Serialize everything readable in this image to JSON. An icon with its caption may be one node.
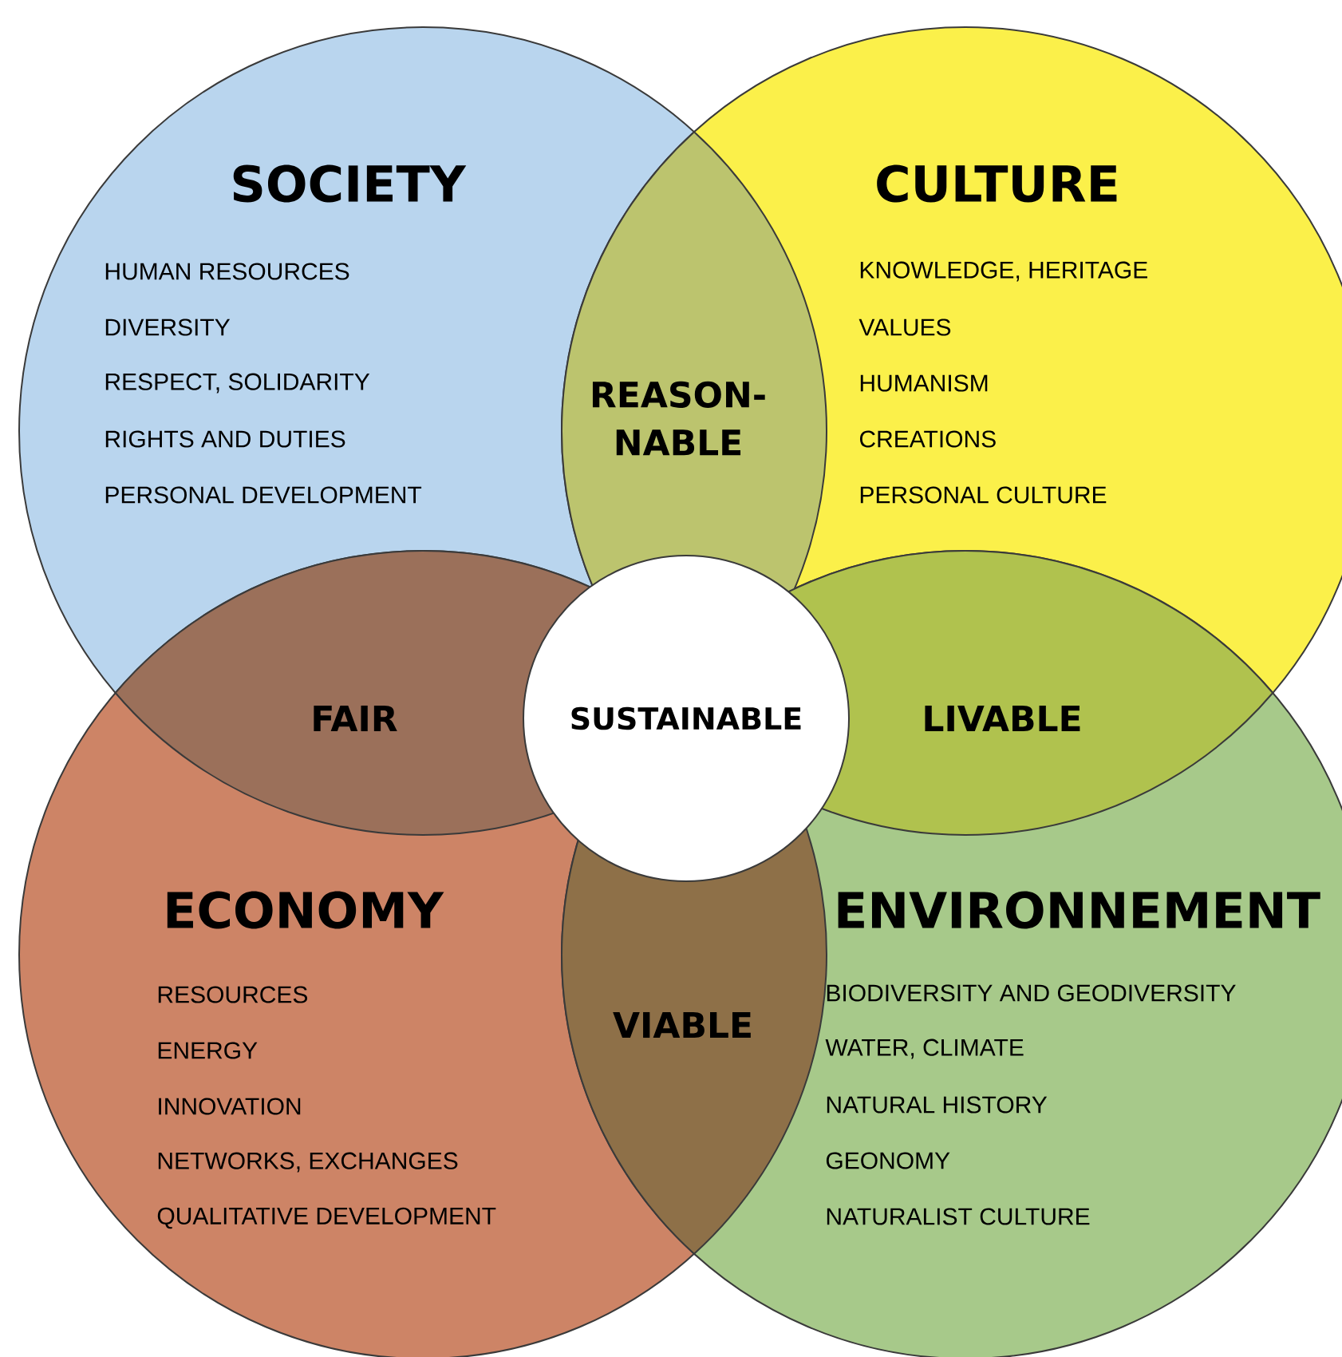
{
  "diagram": {
    "nodes": [
      {
        "text": [
          "SOCIETY",
          "HUMAN RESOURCES",
          "DIVERSITY",
          "RESPECT, SOLIDARITY",
          "RIGHTS AND DUTIES",
          "PERSONAL DEVELOPMENT"
        ]
      },
      {
        "text": [
          "CULTURE",
          "KNOWLEDGE, HERITAGE",
          "VALUES",
          "HUMANISM",
          "CREATIONS",
          "PERSONAL CULTURE"
        ]
      },
      {
        "text": [
          "REASON- NABLE"
        ]
      },
      {
        "text": [
          "FAIR"
        ]
      },
      {
        "text": [
          "SUSTAINABLE"
        ]
      },
      {
        "text": [
          "LIVABLE"
        ]
      },
      {
        "text": [
          "ECONOMY",
          "RESOURCES",
          "ENERGY",
          "INNOVATION",
          "NETWORKS, EXCHANGES",
          "QUALITATIVE DEVELOPMENT"
        ]
      },
      {
        "text": [
          "VIABLE"
        ]
      },
      {
        "text": [
          "ENVIRONNEMENT",
          "BIODIVERSITY AND GEODIVERSITY",
          "WATER, CLIMATE",
          "NATURAL HISTORY",
          "GEONOMY",
          "NATURALIST CULTURE"
        ]
      }
    ]
  }
}
